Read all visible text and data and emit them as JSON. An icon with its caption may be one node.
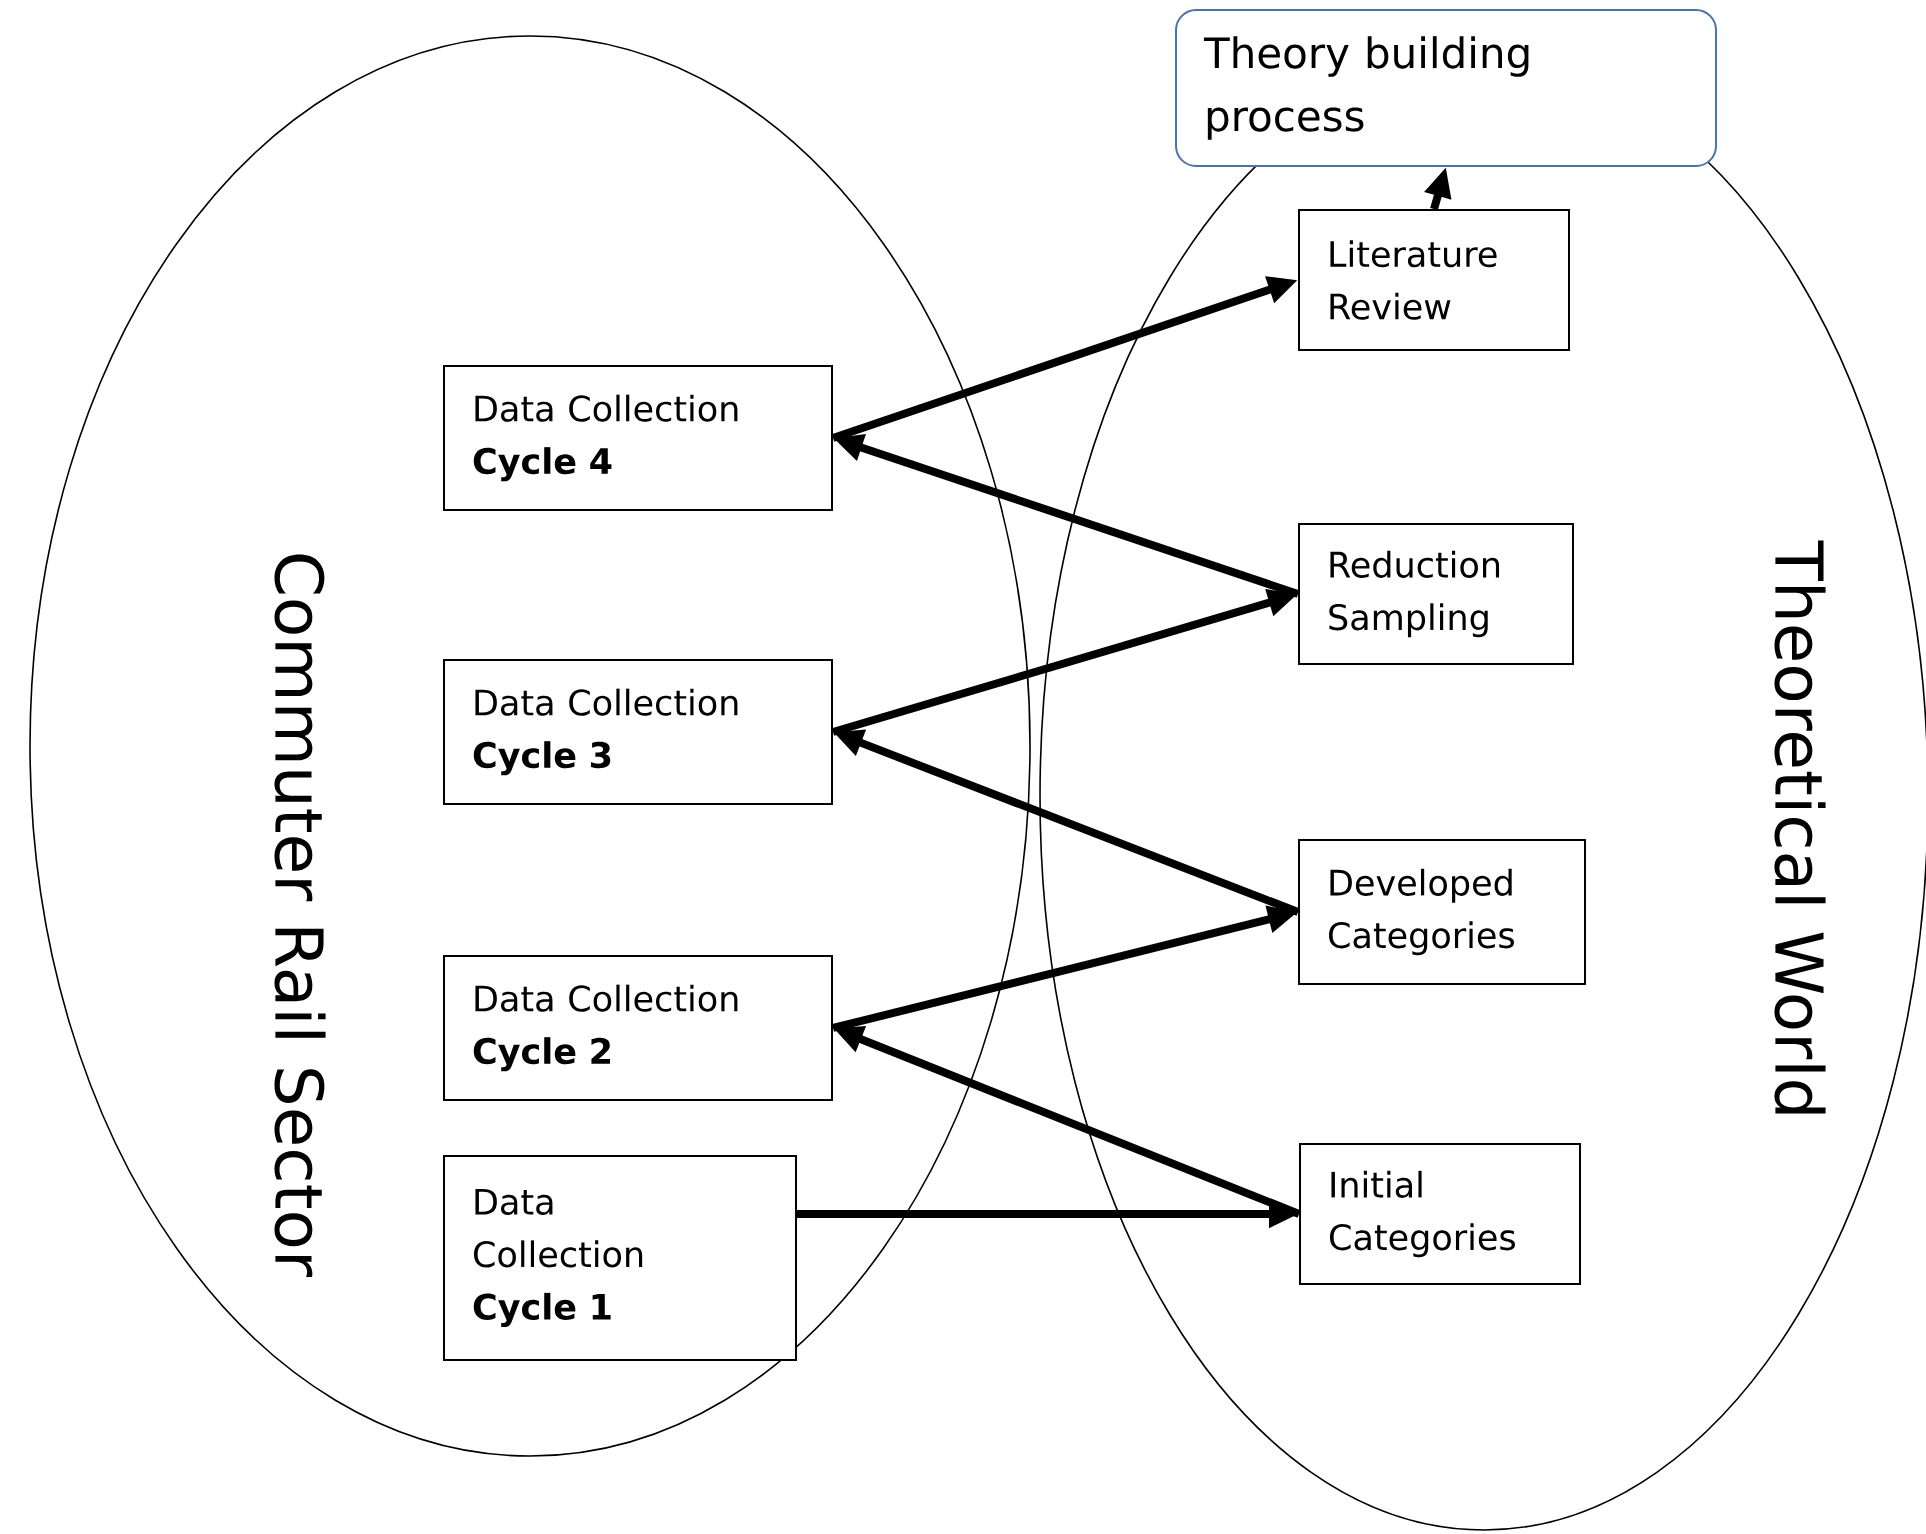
{
  "diagram": {
    "nodes": [
      {
        "text": [
          "Theory building process"
        ]
      },
      {
        "text": [
          "Commuter Rail Sector"
        ]
      },
      {
        "text": [
          "Data Collection **Cycle 4**"
        ],
        "in": 1
      },
      {
        "text": [
          "Data Collection **Cycle 3**"
        ],
        "in": 1
      },
      {
        "text": [
          "Data Collection **Cycle 2**"
        ],
        "in": 1
      },
      {
        "text": [
          "Data Collection **Cycle 1**"
        ],
        "in": 1
      },
      {
        "text": [
          "Theoretical World"
        ]
      },
      {
        "text": [
          "Literature Review"
        ],
        "in": 6
      },
      {
        "text": [
          "Reduction Sampling"
        ],
        "in": 6
      },
      {
        "text": [
          "Developed Categories"
        ],
        "in": 6
      },
      {
        "text": [
          "Initial Categories"
        ],
        "in": 6
      }
    ],
    "edges": [
      {
        "from": 5,
        "to": 10,
        "arrow": "to"
      },
      {
        "from": 10,
        "to": 4,
        "arrow": "to"
      },
      {
        "from": 4,
        "to": 9,
        "arrow": "to"
      },
      {
        "from": 9,
        "to": 3,
        "arrow": "to"
      },
      {
        "from": 3,
        "to": 8,
        "arrow": "to"
      },
      {
        "from": 8,
        "to": 2,
        "arrow": "to"
      },
      {
        "from": 2,
        "to": 7,
        "arrow": "to"
      },
      {
        "from": 7,
        "to": 0,
        "arrow": "to"
      }
    ]
  }
}
